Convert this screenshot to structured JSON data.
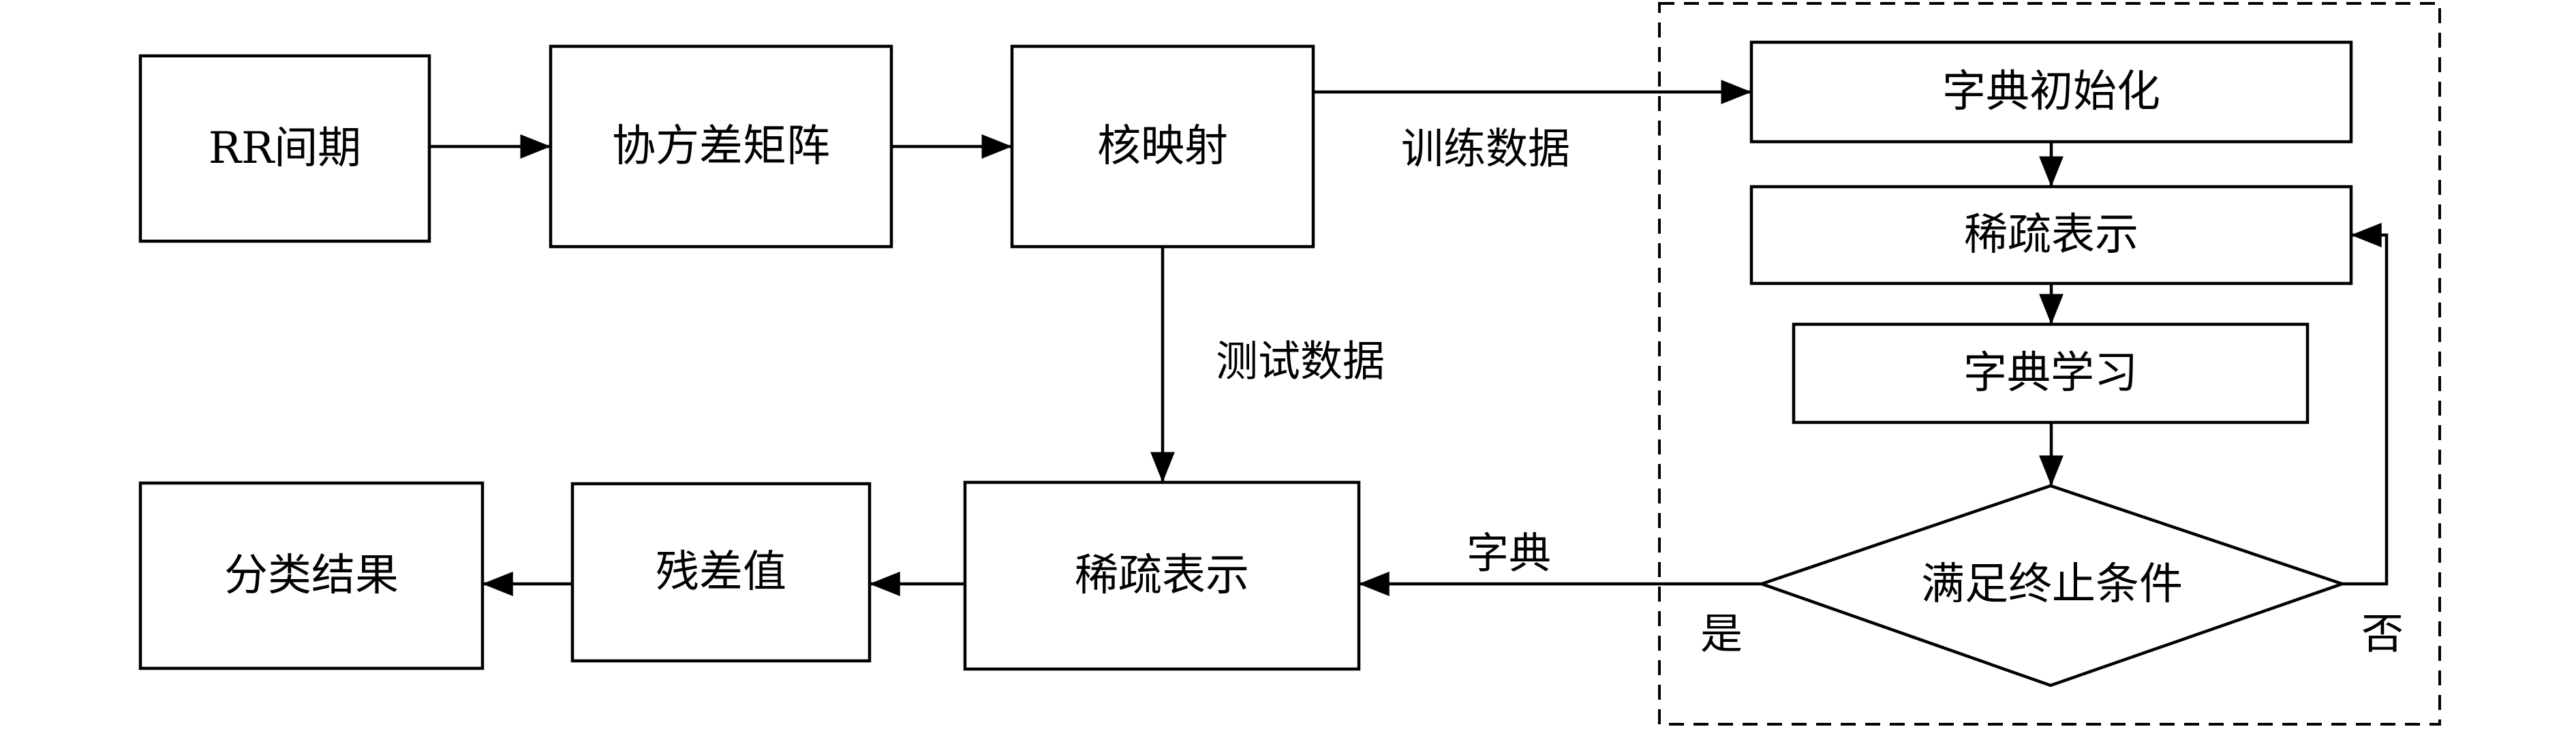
{
  "nodes": {
    "rr_interval": "RR间期",
    "covariance_matrix": "协方差矩阵",
    "kernel_mapping": "核映射",
    "dict_init": "字典初始化",
    "sparse_repr_train": "稀疏表示",
    "dict_learning": "字典学习",
    "stop_condition": "满足终止条件",
    "sparse_repr_test": "稀疏表示",
    "residual": "残差值",
    "classification_result": "分类结果"
  },
  "edges": {
    "train_data": "训练数据",
    "test_data": "测试数据",
    "dictionary": "字典",
    "yes": "是",
    "no": "否"
  },
  "colors": {
    "stroke": "#000000",
    "background": "#ffffff"
  }
}
